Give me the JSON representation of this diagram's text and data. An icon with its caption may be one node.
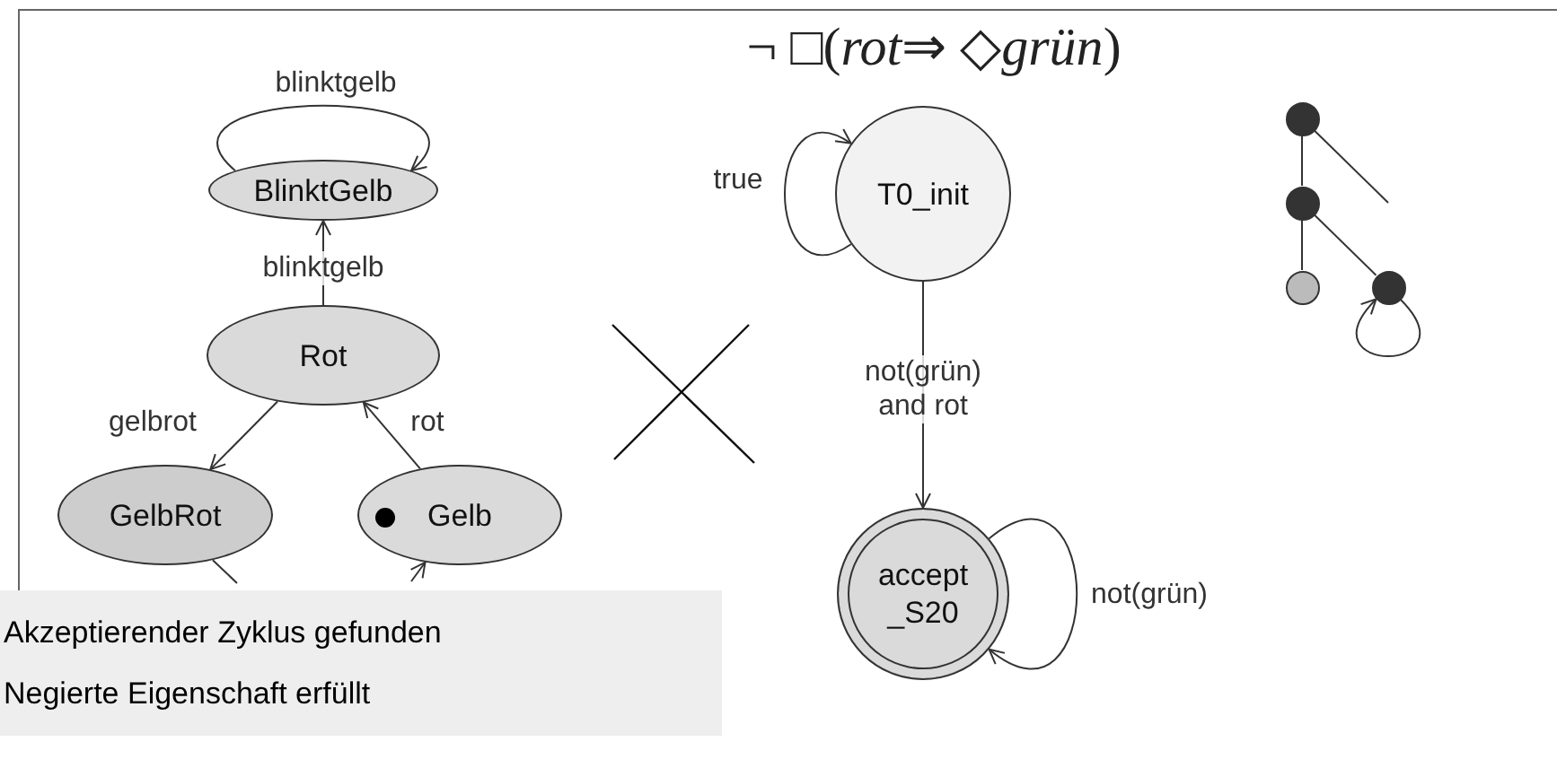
{
  "diagram": {
    "title": "¬ □(*rot*⇒ ◇*grün*)",
    "nodes": [
      {
        "text": [
          "BlinktGelb"
        ]
      },
      {
        "text": [
          "Rot"
        ]
      },
      {
        "text": [
          "GelbRot"
        ]
      },
      {
        "text": [
          "Gelb"
        ]
      },
      {
        "text": [
          "T0_init"
        ]
      },
      {
        "text": [
          "accept _S20"
        ]
      },
      {
        "text": [],
        "shape": "circle"
      },
      {
        "text": [],
        "shape": "circle"
      },
      {
        "text": [],
        "shape": "circle"
      },
      {
        "text": [],
        "shape": "circle"
      }
    ],
    "labels": [
      "Akzeptierender Zyklus gefunden",
      "Negierte Eigenschaft erfüllt"
    ],
    "edges": [
      {
        "from": 0,
        "to": 0,
        "arrow": "to",
        "label": "blinktgelb"
      },
      {
        "from": 1,
        "to": 0,
        "arrow": "to",
        "label": "blinktgelb"
      },
      {
        "from": 1,
        "to": 2,
        "arrow": "to",
        "label": "gelbrot"
      },
      {
        "from": 3,
        "to": 1,
        "arrow": "to",
        "label": "rot"
      },
      {
        "from": 2,
        "to": null,
        "arrow": "none"
      },
      {
        "from": null,
        "to": 3,
        "arrow": "to"
      },
      {
        "from": 4,
        "to": 4,
        "arrow": "to",
        "label": "true"
      },
      {
        "from": 4,
        "to": 5,
        "arrow": "to",
        "label": "not(grün) and rot"
      },
      {
        "from": 5,
        "to": 5,
        "arrow": "to",
        "label": "not(grün)"
      },
      {
        "from": 6,
        "to": 7,
        "arrow": "none"
      },
      {
        "from": 6,
        "to": null,
        "arrow": "none"
      },
      {
        "from": 7,
        "to": 8,
        "arrow": "none"
      },
      {
        "from": 7,
        "to": 9,
        "arrow": "none"
      },
      {
        "from": 9,
        "to": 9,
        "arrow": "to"
      }
    ]
  }
}
